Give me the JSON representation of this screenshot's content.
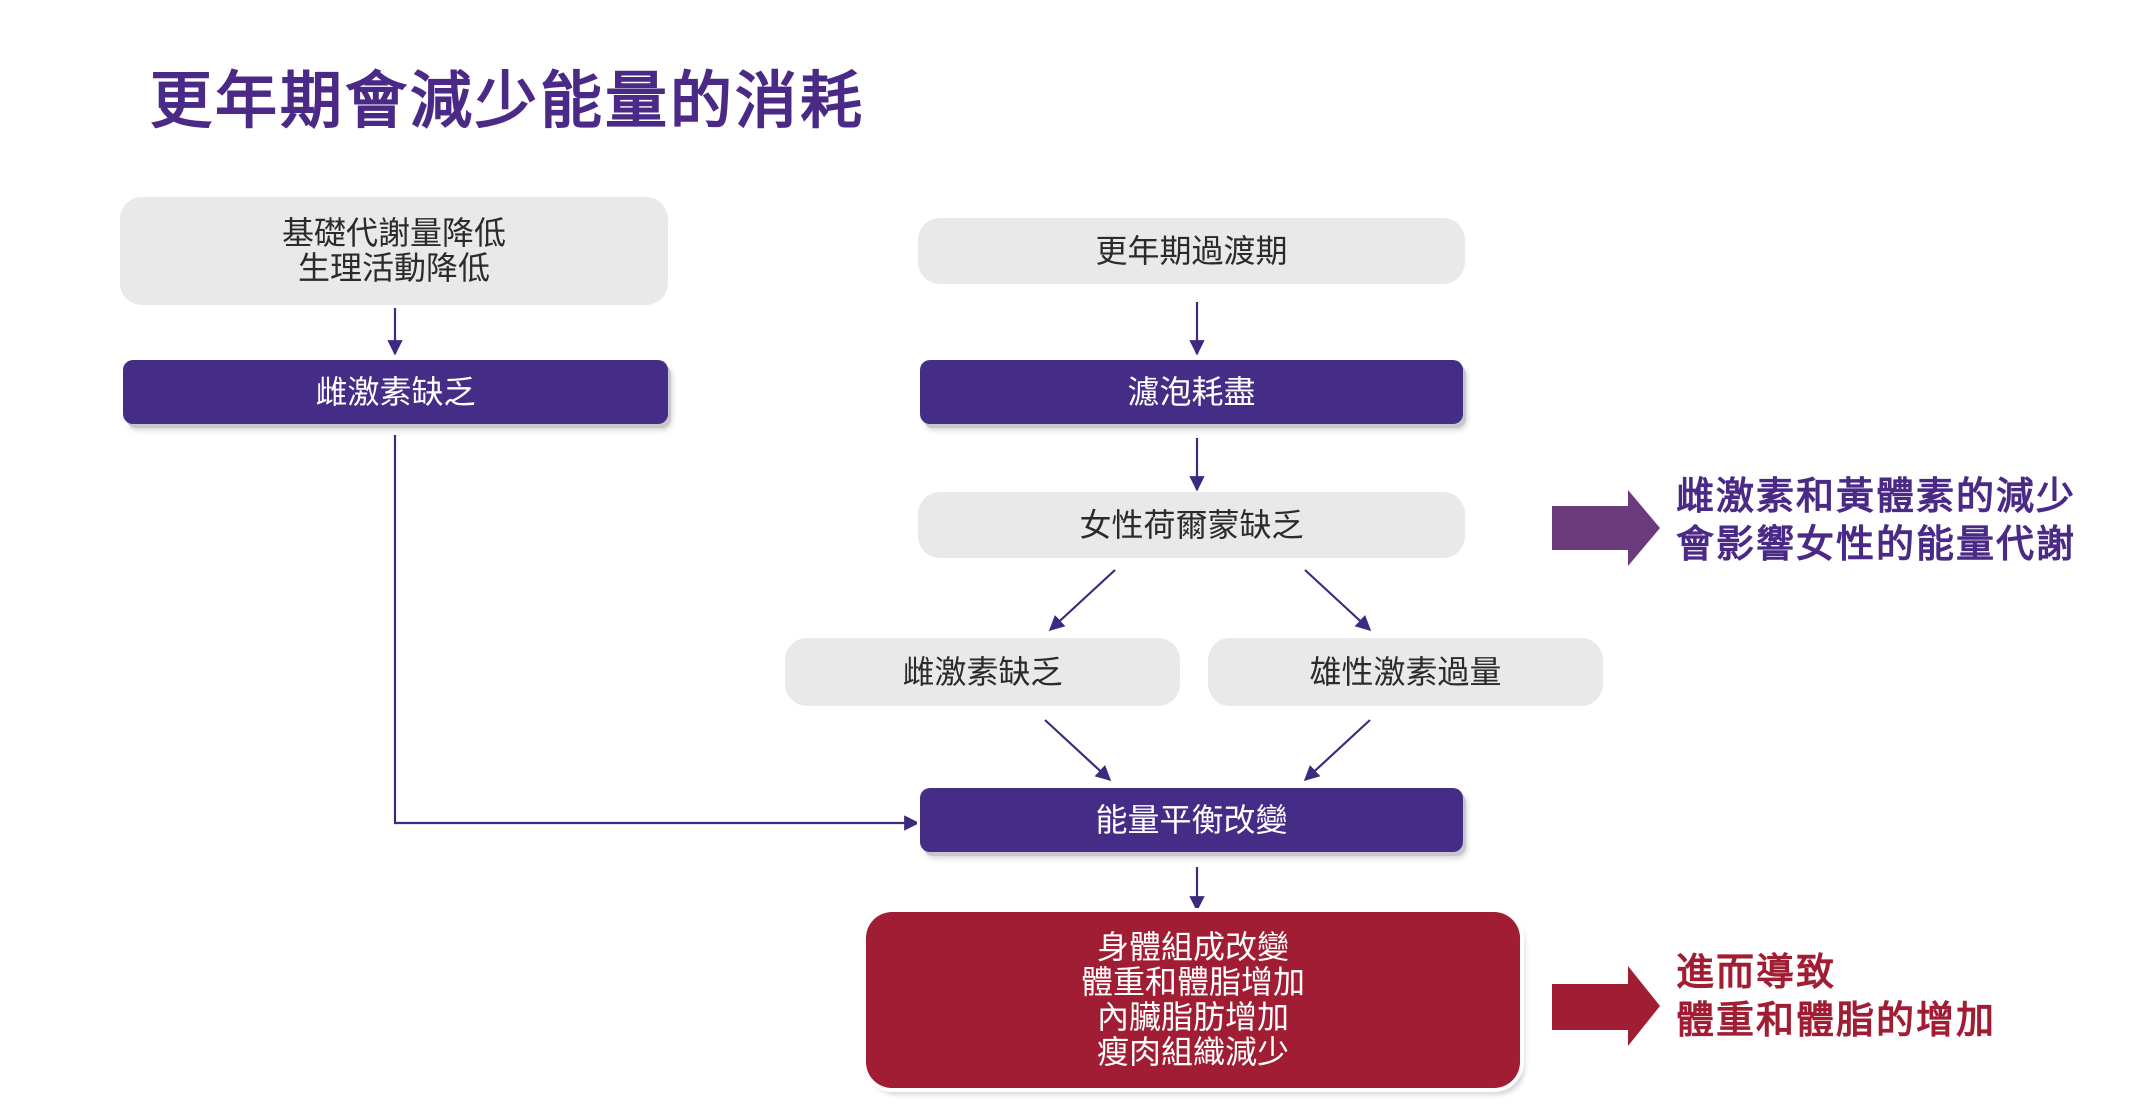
{
  "title": "更年期會減少能量的消耗",
  "colors": {
    "title": "#4a2a86",
    "grey_box": "#e9e9ea",
    "purple_box": "#452c86",
    "red_box": "#a11d33",
    "purple_arrow": "#6b3a7c",
    "red_arrow": "#a11d33"
  },
  "nodes": {
    "bmr": {
      "lines": [
        "基礎代謝量降低",
        "生理活動降低"
      ]
    },
    "estrogen_lack_left": {
      "label": "雌激素缺乏"
    },
    "transition": {
      "label": "更年期過渡期"
    },
    "follicle": {
      "label": "濾泡耗盡"
    },
    "hormone_lack": {
      "label": "女性荷爾蒙缺乏"
    },
    "estrogen_lack_right": {
      "label": "雌激素缺乏"
    },
    "androgen_excess": {
      "label": "雄性激素過量"
    },
    "energy_balance": {
      "label": "能量平衡改變"
    },
    "outcome": {
      "lines": [
        "身體組成改變",
        "體重和體脂增加",
        "內臟脂肪增加",
        "瘦肉組織減少"
      ]
    }
  },
  "notes": {
    "hormone_note": {
      "lines": [
        "雌激素和黃體素的減少",
        "會影響女性的能量代謝"
      ]
    },
    "result_note": {
      "lines": [
        "進而導致",
        "體重和體脂的增加"
      ]
    }
  }
}
